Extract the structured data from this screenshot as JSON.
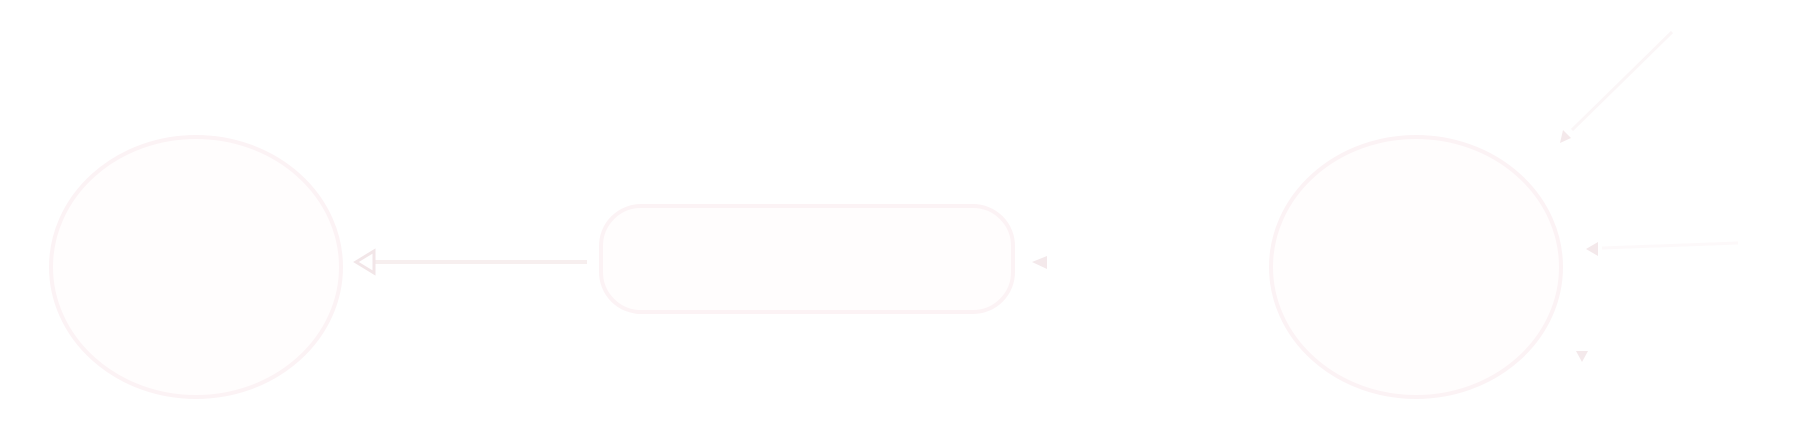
{
  "diagram": {
    "colors": {
      "background": "#ffffff",
      "node_stroke": "#fcf3f5",
      "node_fill": "#fffdfd",
      "edge": "#f7efef",
      "arrowhead": "#f2e6e8",
      "faint_stroke": "#fbf6f7"
    },
    "nodes": [
      {
        "id": "left-ellipse",
        "shape": "ellipse",
        "label": ""
      },
      {
        "id": "center-process-box",
        "shape": "rounded-rectangle",
        "label": ""
      },
      {
        "id": "right-ellipse",
        "shape": "ellipse",
        "label": ""
      }
    ],
    "edges": [
      {
        "from": "center-process-box",
        "to": "left-ellipse",
        "head": "open-triangle"
      },
      {
        "from": "right-ellipse",
        "to": "center-process-box",
        "head": "filled-triangle"
      },
      {
        "from": "off-canvas-top-right",
        "to": "right-ellipse",
        "head": "filled-triangle"
      },
      {
        "from": "off-canvas-right",
        "to": "right-ellipse",
        "head": "filled-triangle"
      },
      {
        "from": "off-canvas-bottom-right",
        "to": "right-ellipse",
        "head": "filled-triangle"
      }
    ]
  }
}
